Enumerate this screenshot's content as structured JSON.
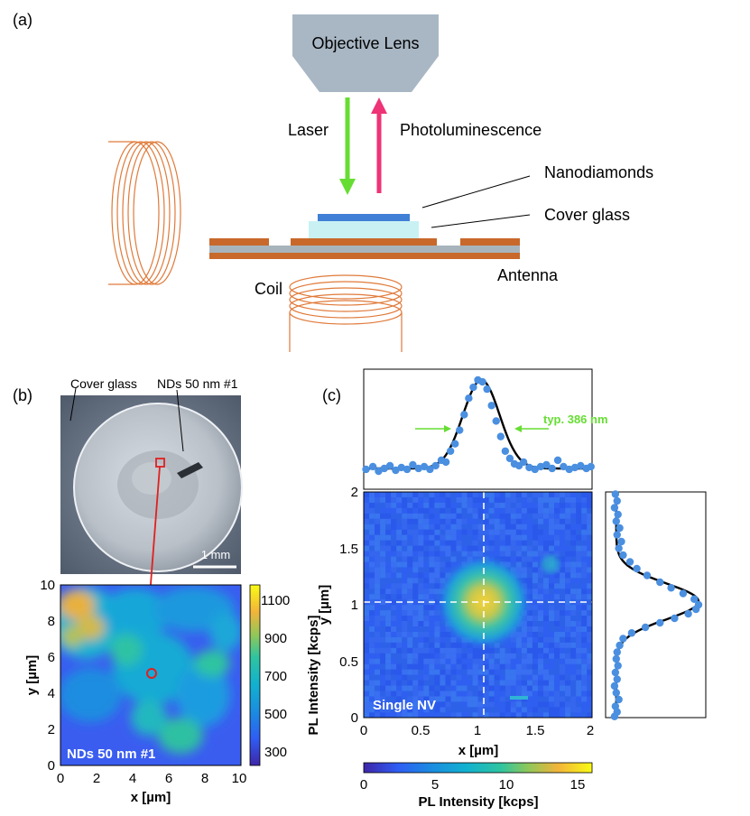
{
  "panels": {
    "a": "(a)",
    "b": "(b)",
    "c": "(c)"
  },
  "setup": {
    "objective": "Objective Lens",
    "laser": "Laser",
    "pl": "Photoluminescence",
    "nanodiamonds": "Nanodiamonds",
    "cover_glass": "Cover glass",
    "antenna": "Antenna",
    "coil": "Coil",
    "colors": {
      "lens": "#a9b7c4",
      "laser": "#66dd33",
      "pl": "#ee3377",
      "coil": "#e07a3a",
      "antenna": "#c8682a",
      "glass": "#c9f1f4",
      "nd": "#3f7fd6"
    }
  },
  "photo": {
    "cover_glass_label": "Cover glass",
    "nd_label": "NDs 50 nm #1",
    "scalebar": "1 mm"
  },
  "map_b": {
    "label": "NDs 50 nm #1",
    "xlabel": "x [µm]",
    "ylabel": "y [µm]",
    "xticks": [
      "0",
      "2",
      "4",
      "6",
      "8",
      "10"
    ],
    "yticks": [
      "0",
      "2",
      "4",
      "6",
      "8",
      "10"
    ],
    "cbar_label": "PL Intensity [kcps]",
    "cbar_ticks": [
      "300",
      "500",
      "700",
      "900",
      "1100"
    ]
  },
  "map_c": {
    "label": "Single NV",
    "xlabel": "x [µm]",
    "ylabel": "y [µm]",
    "xticks": [
      "0",
      "0.5",
      "1",
      "1.5",
      "2"
    ],
    "yticks": [
      "0",
      "0.5",
      "1",
      "1.5",
      "2"
    ],
    "cbar_label": "PL Intensity [kcps]",
    "cbar_ticks": [
      "0",
      "5",
      "10",
      "15"
    ],
    "fwhm": "typ. 386 nm"
  },
  "chart_data": [
    {
      "type": "heatmap",
      "title": "",
      "label": "NDs 50 nm #1",
      "xlabel": "x [µm]",
      "ylabel": "y [µm]",
      "xlim": [
        0,
        10
      ],
      "ylim": [
        0,
        10
      ],
      "colorbar": {
        "label": "PL Intensity [kcps]",
        "range": [
          250,
          1200
        ],
        "ticks": [
          300,
          500,
          700,
          900,
          1100
        ]
      },
      "marker": {
        "x": 5,
        "y": 5
      }
    },
    {
      "type": "heatmap",
      "title": "",
      "label": "Single NV",
      "xlabel": "x [µm]",
      "ylabel": "y [µm]",
      "xlim": [
        0,
        2
      ],
      "ylim": [
        0,
        2
      ],
      "colorbar": {
        "label": "PL Intensity [kcps]",
        "range": [
          0,
          16
        ],
        "ticks": [
          0,
          5,
          10,
          15
        ]
      },
      "peak": {
        "x": 1.05,
        "y": 1.03
      },
      "crosshair": {
        "x": 1.05,
        "y": 1.03
      }
    },
    {
      "type": "scatter",
      "title": "",
      "annotation": "typ. 386 nm",
      "xlim": [
        0,
        2
      ],
      "x": [
        0.02,
        0.08,
        0.13,
        0.18,
        0.23,
        0.28,
        0.33,
        0.38,
        0.43,
        0.48,
        0.53,
        0.58,
        0.63,
        0.68,
        0.72,
        0.76,
        0.8,
        0.84,
        0.88,
        0.92,
        0.96,
        1.0,
        1.04,
        1.08,
        1.12,
        1.16,
        1.2,
        1.24,
        1.28,
        1.32,
        1.36,
        1.4,
        1.45,
        1.5,
        1.55,
        1.6,
        1.65,
        1.7,
        1.75,
        1.8,
        1.85,
        1.9,
        1.95,
        1.99
      ],
      "y": [
        0.02,
        0.05,
        0.0,
        0.03,
        0.06,
        0.01,
        0.04,
        0.02,
        0.07,
        0.03,
        0.05,
        0.02,
        0.06,
        0.12,
        0.1,
        0.22,
        0.3,
        0.45,
        0.62,
        0.8,
        0.92,
        1.0,
        0.98,
        0.9,
        0.72,
        0.55,
        0.38,
        0.22,
        0.14,
        0.08,
        0.06,
        0.1,
        0.04,
        0.02,
        0.05,
        0.07,
        0.03,
        0.12,
        0.05,
        0.02,
        0.04,
        0.06,
        0.03,
        0.05
      ],
      "fit": "gaussian"
    },
    {
      "type": "scatter",
      "title": "",
      "ylim": [
        0,
        2
      ],
      "y": [
        1.98,
        1.92,
        1.86,
        1.8,
        1.74,
        1.68,
        1.62,
        1.56,
        1.5,
        1.44,
        1.38,
        1.32,
        1.26,
        1.2,
        1.15,
        1.1,
        1.05,
        1.0,
        0.96,
        0.92,
        0.88,
        0.84,
        0.8,
        0.75,
        0.7,
        0.64,
        0.58,
        0.52,
        0.46,
        0.4,
        0.34,
        0.28,
        0.22,
        0.16,
        0.1,
        0.05,
        0.01
      ],
      "x": [
        0.03,
        0.05,
        0.02,
        0.06,
        0.04,
        0.08,
        0.05,
        0.1,
        0.07,
        0.12,
        0.2,
        0.28,
        0.4,
        0.55,
        0.68,
        0.82,
        0.95,
        1.0,
        0.97,
        0.88,
        0.72,
        0.55,
        0.38,
        0.22,
        0.12,
        0.08,
        0.05,
        0.04,
        0.06,
        0.03,
        0.05,
        0.02,
        0.04,
        0.07,
        0.03,
        0.05,
        0.02
      ],
      "fit": "gaussian"
    }
  ]
}
